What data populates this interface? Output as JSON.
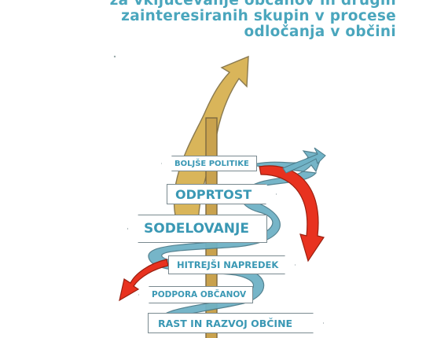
{
  "header": {
    "line1": "za vključevanje občanov in drugih",
    "line2": "zainteresiranih skupin v procese",
    "line3": "odločanja v občini"
  },
  "signs": [
    {
      "label": "BOLJŠE POLITIKE"
    },
    {
      "label": "ODPRTOST"
    },
    {
      "label": "SODELOVANJE"
    },
    {
      "label": "HITREJŠI NAPREDEK"
    },
    {
      "label": "PODPORA OBČANOV"
    },
    {
      "label": "RAST IN RAZVOJ OBČINE"
    }
  ],
  "colors": {
    "title": "#4aa6bd",
    "sign_text": "#3a98b4",
    "gold_arrow": "#d9b55a",
    "blue_ribbon": "#6fb2c6",
    "red_arrow": "#e8321f",
    "pole": "#c9a24e"
  }
}
